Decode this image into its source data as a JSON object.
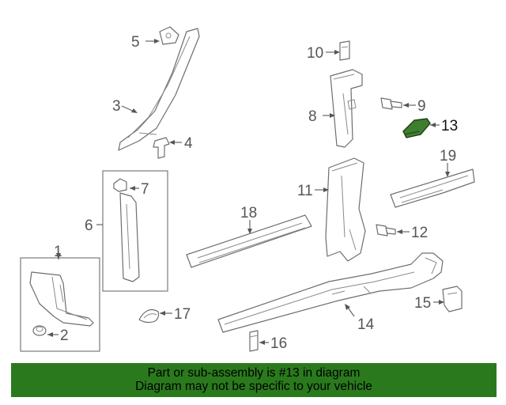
{
  "callouts": [
    {
      "id": "1",
      "label": "1"
    },
    {
      "id": "2",
      "label": "2"
    },
    {
      "id": "3",
      "label": "3"
    },
    {
      "id": "4",
      "label": "4"
    },
    {
      "id": "5",
      "label": "5"
    },
    {
      "id": "6",
      "label": "6"
    },
    {
      "id": "7",
      "label": "7"
    },
    {
      "id": "8",
      "label": "8"
    },
    {
      "id": "9",
      "label": "9"
    },
    {
      "id": "10",
      "label": "10"
    },
    {
      "id": "11",
      "label": "11"
    },
    {
      "id": "12",
      "label": "12"
    },
    {
      "id": "13",
      "label": "13"
    },
    {
      "id": "14",
      "label": "14"
    },
    {
      "id": "15",
      "label": "15"
    },
    {
      "id": "16",
      "label": "16"
    },
    {
      "id": "17",
      "label": "17"
    },
    {
      "id": "18",
      "label": "18"
    },
    {
      "id": "19",
      "label": "19"
    }
  ],
  "highlighted_part": "13",
  "colors": {
    "banner_background": "#2a7a1d",
    "highlight_fill": "#3f7d2f",
    "line_art": "#6e6e6e"
  },
  "banner": {
    "line1": "Part or sub-assembly is #13 in diagram",
    "line2": "Diagram may not be specific to your vehicle"
  }
}
